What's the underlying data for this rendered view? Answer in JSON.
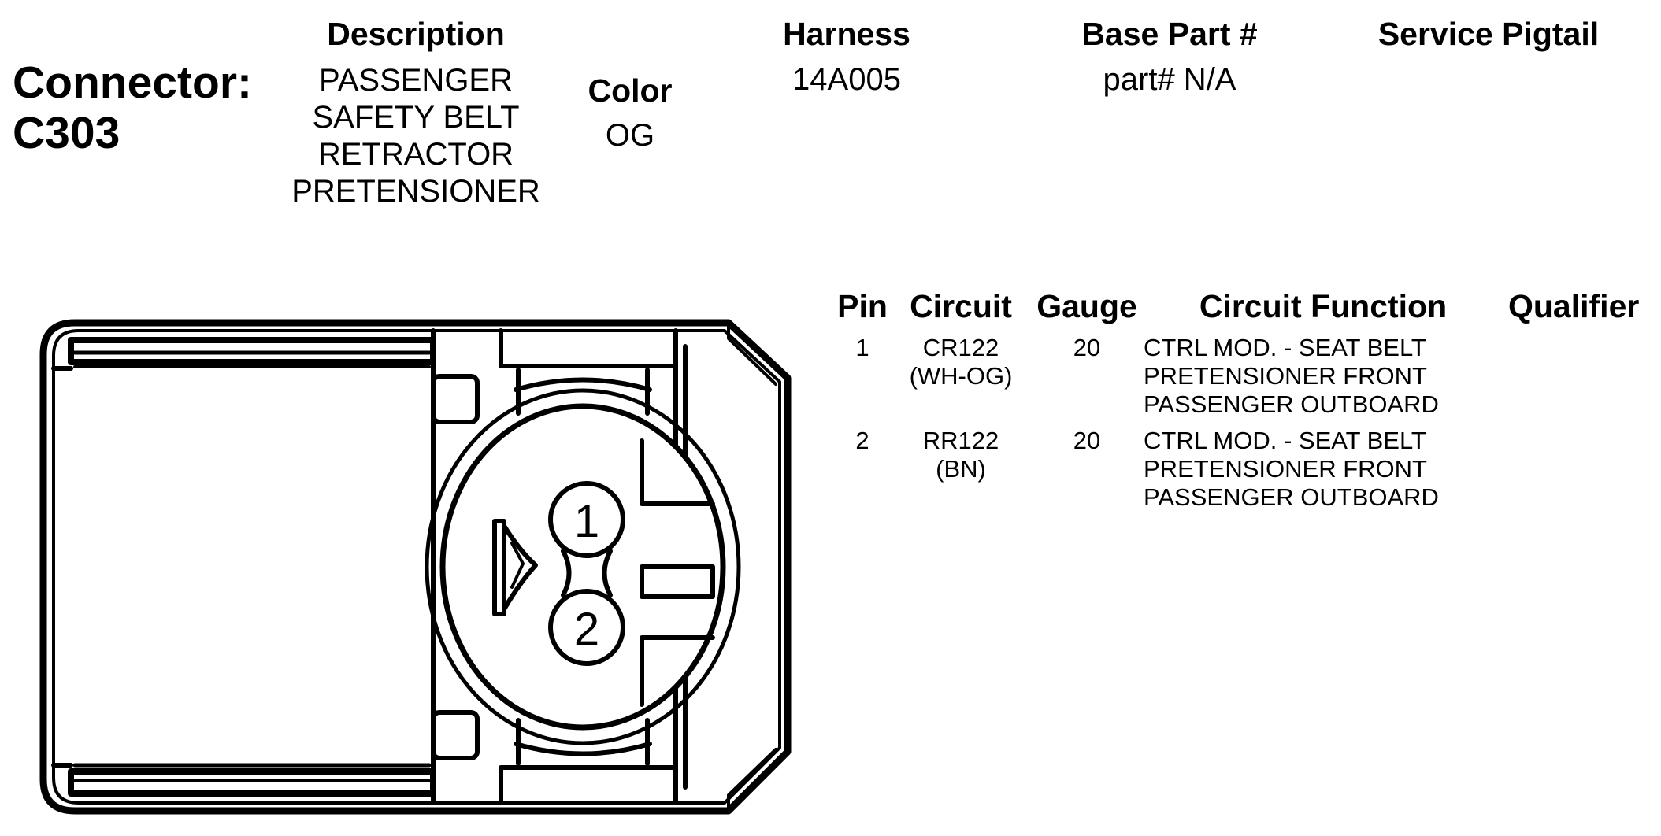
{
  "connector": {
    "label": "Connector:",
    "id": "C303"
  },
  "headers": {
    "description": "Description",
    "color": "Color",
    "harness": "Harness",
    "base_part": "Base Part #",
    "service_pigtail": "Service Pigtail"
  },
  "description_lines": [
    "PASSENGER",
    "SAFETY BELT",
    "RETRACTOR",
    "PRETENSIONER"
  ],
  "color_value": "OG",
  "harness_value": "14A005",
  "base_part_value": "part# N/A",
  "service_pigtail_value": "",
  "pin_table": {
    "columns": [
      "Pin",
      "Circuit",
      "Gauge",
      "Circuit Function",
      "Qualifier"
    ],
    "rows": [
      {
        "pin": "1",
        "circuit": "CR122",
        "wire_color": "(WH-OG)",
        "gauge": "20",
        "function_lines": [
          "CTRL MOD. - SEAT BELT",
          "PRETENSIONER FRONT",
          "PASSENGER OUTBOARD"
        ],
        "qualifier": ""
      },
      {
        "pin": "2",
        "circuit": "RR122",
        "wire_color": "(BN)",
        "gauge": "20",
        "function_lines": [
          "CTRL MOD. - SEAT BELT",
          "PRETENSIONER FRONT",
          "PASSENGER OUTBOARD"
        ],
        "qualifier": ""
      }
    ]
  },
  "connector_face": {
    "cavity_labels": [
      "1",
      "2"
    ],
    "stroke_color": "#000000",
    "fill_color": "#ffffff"
  }
}
